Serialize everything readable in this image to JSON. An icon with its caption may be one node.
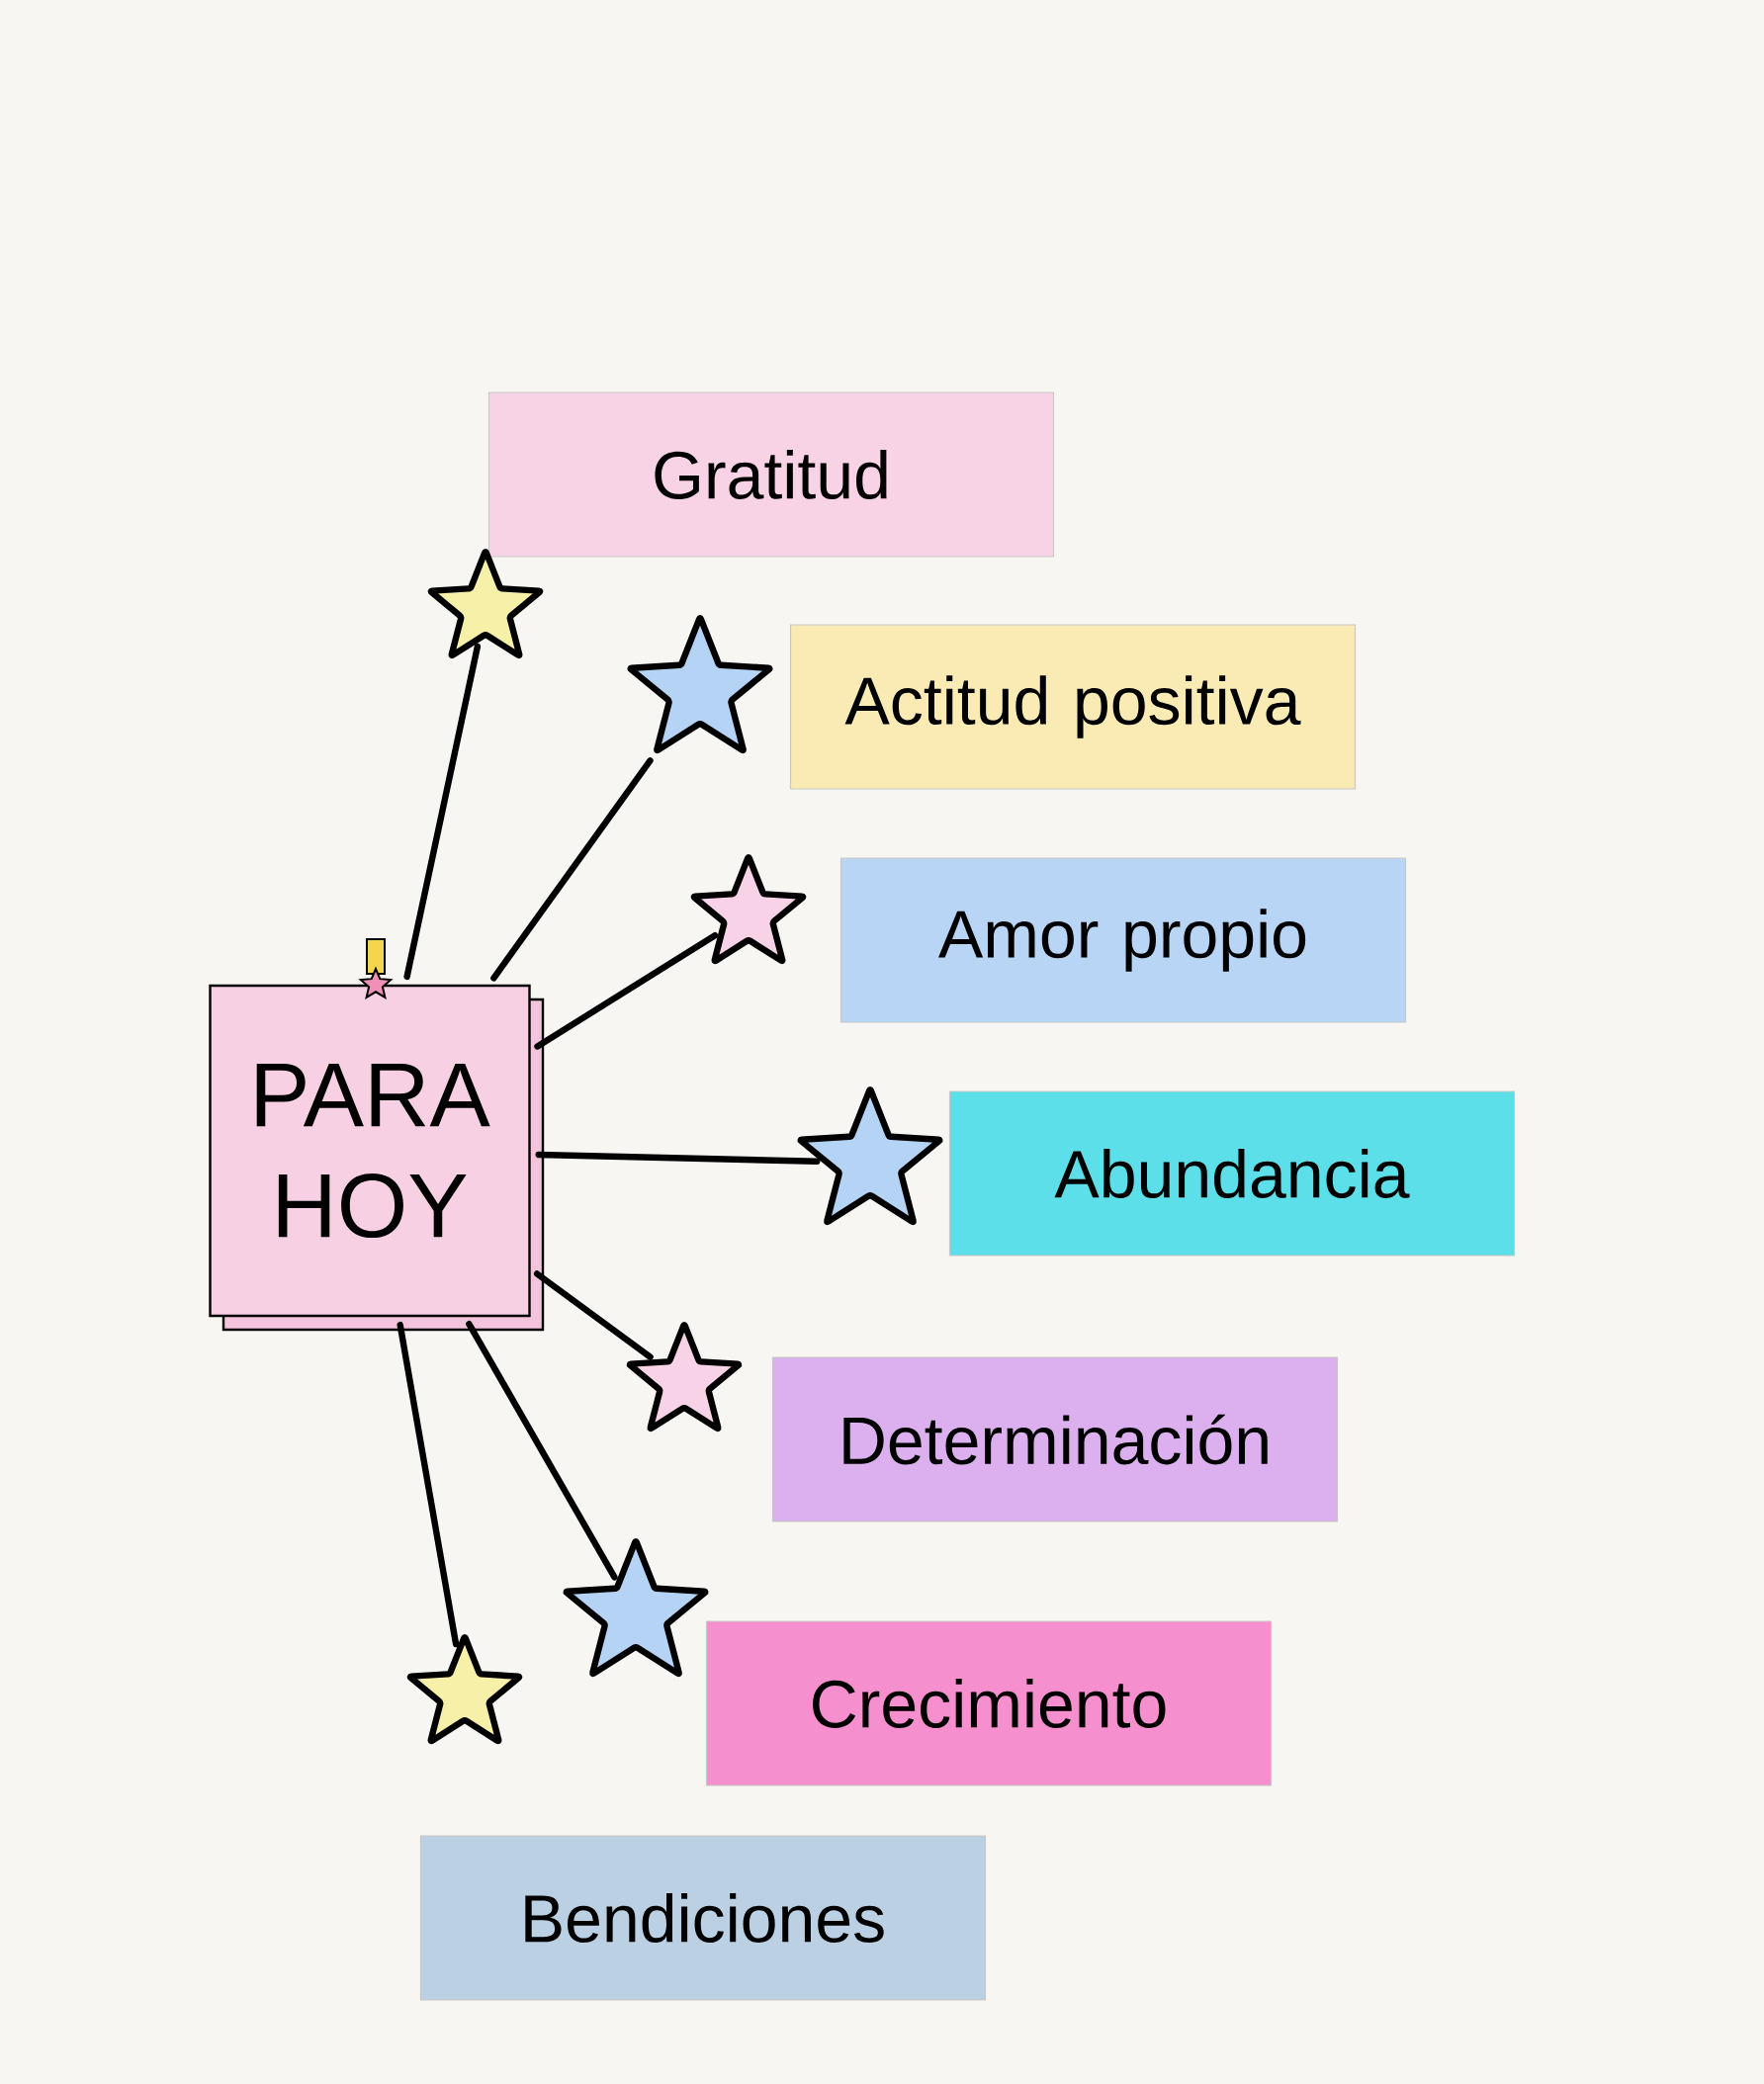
{
  "diagram": {
    "nodes": [
      {
        "text": [
          "PARA HOY"
        ]
      },
      {
        "text": [
          "Gratitud"
        ]
      },
      {
        "text": [
          "Actitud positiva"
        ]
      },
      {
        "text": [
          "Amor propio"
        ]
      },
      {
        "text": [
          "Abundancia"
        ]
      },
      {
        "text": [
          "Determinación"
        ]
      },
      {
        "text": [
          "Crecimiento"
        ]
      },
      {
        "text": [
          "Bendiciones"
        ]
      },
      {
        "text": [],
        "shape": "star"
      },
      {
        "text": [],
        "shape": "star"
      },
      {
        "text": [],
        "shape": "star"
      },
      {
        "text": [],
        "shape": "star"
      },
      {
        "text": [],
        "shape": "star"
      },
      {
        "text": [],
        "shape": "star"
      },
      {
        "text": [],
        "shape": "star"
      }
    ],
    "edges": [
      {
        "from": 0,
        "to": 8,
        "arrow": "none"
      },
      {
        "from": 0,
        "to": 9,
        "arrow": "none"
      },
      {
        "from": 0,
        "to": 10,
        "arrow": "none"
      },
      {
        "from": 0,
        "to": 11,
        "arrow": "none"
      },
      {
        "from": 0,
        "to": 12,
        "arrow": "none"
      },
      {
        "from": 0,
        "to": 13,
        "arrow": "none"
      },
      {
        "from": 0,
        "to": 14,
        "arrow": "none"
      }
    ]
  }
}
